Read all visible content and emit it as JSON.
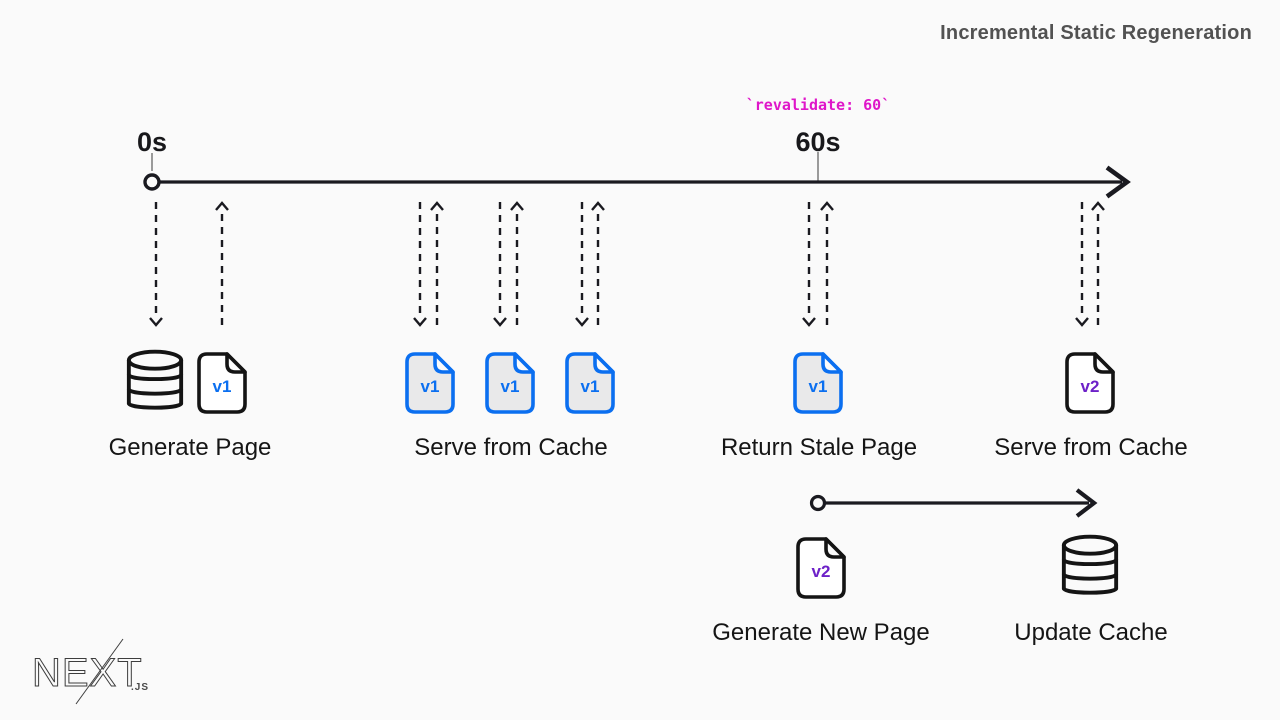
{
  "title": "Incremental Static Regeneration",
  "code_annotation": "`revalidate: 60`",
  "timeline": {
    "start_label": "0s",
    "end_label": "60s"
  },
  "steps": [
    {
      "label": "Generate Page",
      "icons": [
        {
          "icon": "database-icon"
        },
        {
          "icon": "file-icon",
          "version": "v1",
          "variant": "dark-outline"
        }
      ]
    },
    {
      "label": "Serve from Cache",
      "icons": [
        {
          "icon": "file-icon",
          "version": "v1",
          "variant": "blue"
        },
        {
          "icon": "file-icon",
          "version": "v1",
          "variant": "blue"
        },
        {
          "icon": "file-icon",
          "version": "v1",
          "variant": "blue"
        }
      ]
    },
    {
      "label": "Return Stale Page",
      "icons": [
        {
          "icon": "file-icon",
          "version": "v1",
          "variant": "blue"
        }
      ]
    },
    {
      "label": "Serve from Cache",
      "icons": [
        {
          "icon": "file-icon",
          "version": "v2",
          "variant": "dark-outline"
        }
      ]
    }
  ],
  "regeneration": {
    "steps": [
      {
        "label": "Generate New Page",
        "icons": [
          {
            "icon": "file-icon",
            "version": "v2",
            "variant": "dark-outline"
          }
        ]
      },
      {
        "label": "Update Cache",
        "icons": [
          {
            "icon": "database-icon"
          }
        ]
      }
    ]
  },
  "logo": {
    "wordmark": "NEXT",
    "suffix": ".JS"
  },
  "colors": {
    "background": "#fafafa",
    "ink": "#1a1a20",
    "blue": "#0b6ff0",
    "purple": "#6d21c8",
    "magenta": "#df16c9",
    "title_gray": "#525252",
    "doc_fill": "#e9e9ea"
  }
}
